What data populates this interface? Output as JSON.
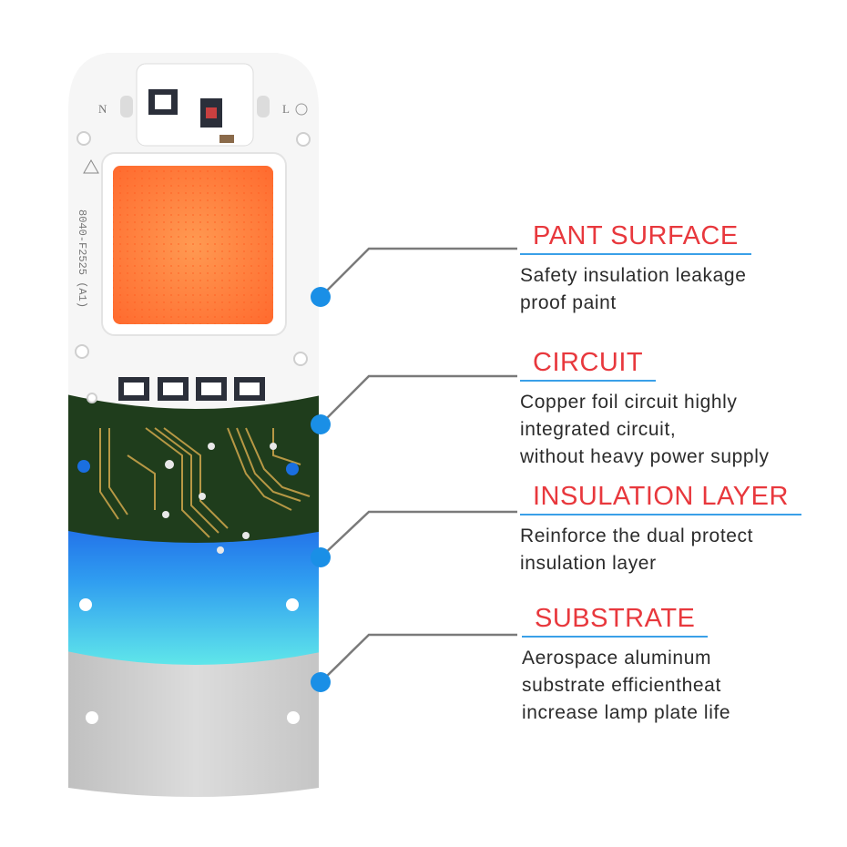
{
  "colors": {
    "title_red": "#e8383d",
    "underline_blue": "#3aa0e8",
    "callout_line": "#7a7a7a",
    "dot_blue": "#1a8fe6",
    "chip_orange": "#ff7a3a",
    "pcb_green": "#1f3d1c",
    "insulation_blue": "#2a7ff0",
    "substrate_grey": "#cfcfcf"
  },
  "board_marks": {
    "n": "N",
    "l": "L",
    "model": "8040-F2525 (A1)"
  },
  "layers": [
    {
      "title": "PANT SURFACE",
      "lines": [
        "Safety insulation leakage",
        "proof paint"
      ]
    },
    {
      "title": "CIRCUIT",
      "lines": [
        "Copper foil circuit highly",
        "integrated circuit,",
        "without heavy power supply"
      ]
    },
    {
      "title": "INSULATION LAYER",
      "lines": [
        "Reinforce the dual protect",
        "insulation layer"
      ]
    },
    {
      "title": "SUBSTRATE",
      "lines": [
        "Aerospace aluminum",
        "substrate efficientheat",
        "increase lamp plate life"
      ]
    }
  ]
}
